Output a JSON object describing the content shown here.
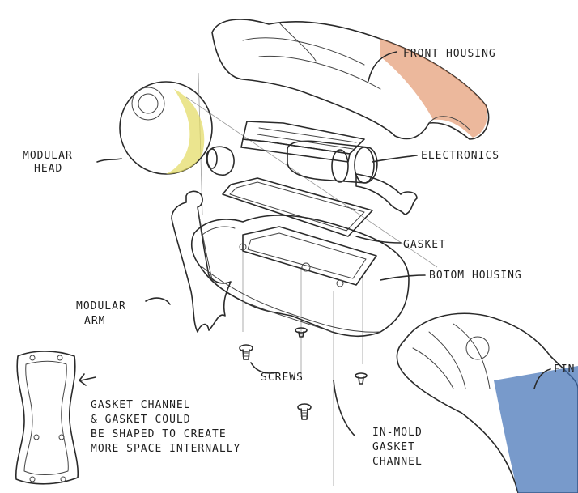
{
  "labels": {
    "front_housing": "FRONT HOUSING",
    "electronics": "ELECTRONICS",
    "modular_head_line1": "MODULAR",
    "modular_head_line2": "HEAD",
    "gasket": "GASKET",
    "bottom_housing": "BOTOM HOUSING",
    "modular_arm_line1": "MODULAR",
    "modular_arm_line2": "ARM",
    "screws": "SCREWS",
    "fin": "FIN",
    "gasket_note_line1": "GASKET CHANNEL",
    "gasket_note_line2": "& GASKET COULD",
    "gasket_note_line3": "BE SHAPED TO CREATE",
    "gasket_note_line4": "MORE SPACE INTERNALLY",
    "inmold_line1": "IN-MOLD",
    "inmold_line2": "GASKET",
    "inmold_line3": "CHANNEL"
  },
  "colors": {
    "housing_orange": "#f4a878",
    "housing_shade": "#e0895a",
    "electronics_pink": "#ee6fa6",
    "electronics_shade": "#d54f8a",
    "modular_yellow": "#f6f08c",
    "modular_shade": "#e3da60",
    "fin_blue": "#5b8ed3",
    "fin_shade": "#3f6fb5",
    "ink": "#2a2a2a"
  }
}
